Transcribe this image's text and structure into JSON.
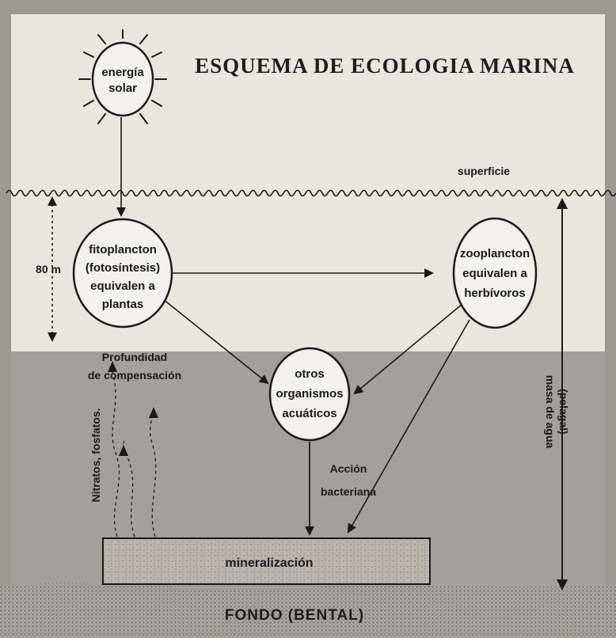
{
  "title": "ESQUEMA DE ECOLOGIA MARINA",
  "sun": {
    "lines": [
      "energía",
      "solar"
    ]
  },
  "surface_label": "superficie",
  "depth_label": "80 m",
  "compensation_label": [
    "Profundidad",
    "de compensación"
  ],
  "nutrients_label": "Nitratos, fosfatos.",
  "water_mass_label": [
    "masa de agua",
    "(pelagal)"
  ],
  "nodes": {
    "phytoplankton": [
      "fitoplancton",
      "(fotosíntesis)",
      "equivalen a",
      "plantas"
    ],
    "zooplankton": [
      "zooplancton",
      "equivalen a",
      "herbívoros"
    ],
    "other_organisms": [
      "otros",
      "organismos",
      "acuáticos"
    ]
  },
  "bacterial_label": [
    "Acción",
    "bacteriana"
  ],
  "mineralization_label": "mineralización",
  "floor_label": "FONDO (BENTAL)",
  "colors": {
    "paper": "#e9e6dd",
    "deep_water": "#a3a099",
    "frame": "#9c9991",
    "ink": "#1a1a1a",
    "node_fill": "#f3f1ea"
  }
}
